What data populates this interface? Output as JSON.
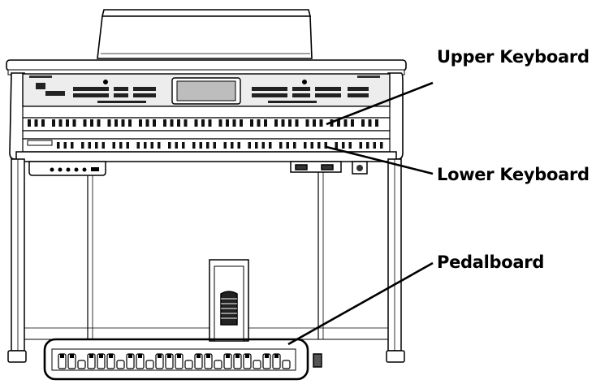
{
  "labels": {
    "upper_keyboard": "Upper Keyboard",
    "lower_keyboard": "Lower Keyboard",
    "pedalboard": "Pedalboard"
  },
  "colors": {
    "ink": "#000000",
    "paper": "#ffffff",
    "panel_gray": "#d9d9d9",
    "dark_gray": "#555555"
  }
}
